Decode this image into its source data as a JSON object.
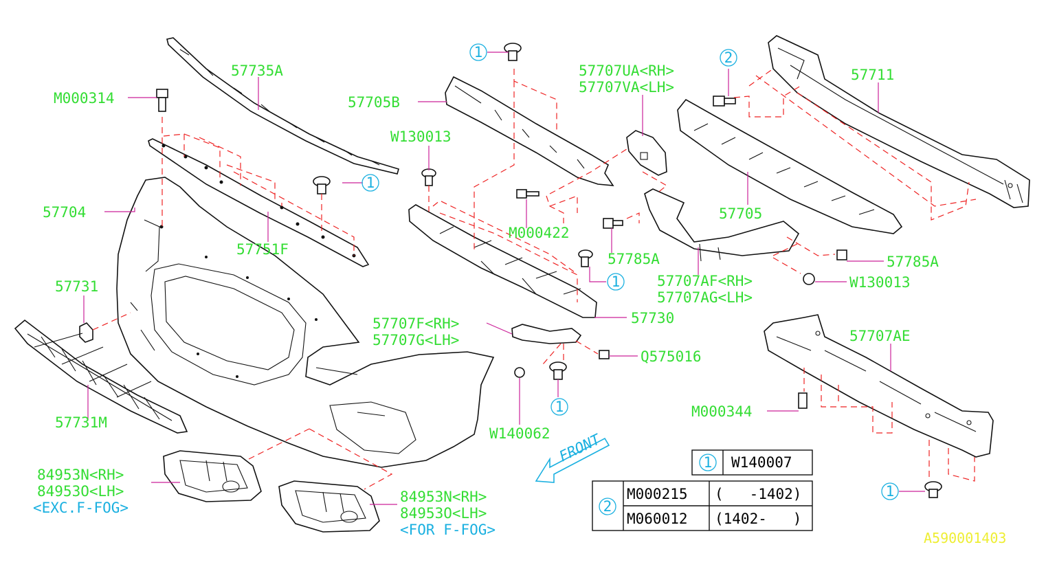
{
  "labels": {
    "p57735A": "57735A",
    "pM000314": "M000314",
    "p57704": "57704",
    "p57751F": "57751F",
    "p57731": "57731",
    "p57731M": "57731M",
    "p84953N_a": "84953N<RH>",
    "p84953O_a": "84953O<LH>",
    "excfog": "<EXC.F-FOG>",
    "p84953N_b": "84953N<RH>",
    "p84953O_b": "84953O<LH>",
    "forfog": "<FOR F-FOG>",
    "p57705B": "57705B",
    "pW130013_a": "W130013",
    "pM000422": "M000422",
    "p57707UA": "57707UA<RH>",
    "p57707VA": "57707VA<LH>",
    "p57785A_a": "57785A",
    "p57711": "57711",
    "p57705": "57705",
    "p57785A_b": "57785A",
    "pW130013_b": "W130013",
    "p57707AF": "57707AF<RH>",
    "p57707AG": "57707AG<LH>",
    "p57730": "57730",
    "p57707F": "57707F<RH>",
    "p57707G": "57707G<LH>",
    "pQ575016": "Q575016",
    "pW140062": "W140062",
    "p57707AE": "57707AE",
    "pM000344": "M000344",
    "front": "FRONT",
    "ref": "A590001403"
  },
  "callout": "1",
  "callout2": "2",
  "legend": {
    "row1": {
      "ref": "1",
      "part": "W140007"
    },
    "row2": {
      "ref": "2",
      "part_a": "M000215",
      "range_a": "(   -1402)",
      "part_b": "M060012",
      "range_b": "(1402-   )"
    }
  },
  "colors": {
    "part_number": "#33dd33",
    "callout": "#1ab0e0",
    "leader": "#cc2299",
    "dashed": "#ee2222",
    "reference": "#eeee33"
  }
}
